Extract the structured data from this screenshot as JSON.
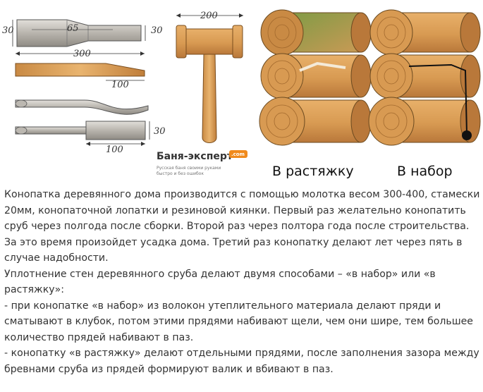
{
  "figure": {
    "tools": {
      "dim_30_left": "30",
      "dim_65": "65",
      "dim_30_right": "30",
      "dim_300": "300",
      "dim_100_top": "100",
      "dim_200": "200",
      "dim_30_bottom": "30",
      "dim_100_bottom": "100"
    },
    "caption_rastyazhku": "В растяжку",
    "caption_nabor": "В набор",
    "logo": {
      "name": "Баня-эксперт",
      "domain": ".com",
      "tagline_1": "Русская баня своими руками",
      "tagline_2": "быстро и без ошибок"
    },
    "colors": {
      "metal": "#b8b4ad",
      "wood": "#d9a05a",
      "moss": "#6c8a3a",
      "accent_orange": "#f08a1c"
    }
  },
  "article": {
    "paragraphs": [
      "Конопатка деревянного дома производится с помощью молотка весом 300-400, стамески 20мм, конопаточной лопатки и резиновой киянки. Первый раз желательно конопатить сруб через полгода после сборки. Второй раз через полтора года после строительства. За это время произойдет усадка дома. Третий раз конопатку делают лет через пять в случае надобности.",
      "Уплотнение стен деревянного сруба делают двумя способами  – «в набор» или «в растяжку»:",
      "- при конопатке «в набор» из волокон утеплительного материала делают пряди и сматывают в клубок, потом этими прядями набивают щели, чем они шире, тем большее количество прядей набивают в паз.",
      "- конопатку «в растяжку» делают отдельными прядями, после заполнения зазора между бревнами сруба из прядей формируют валик и вбивают в паз."
    ]
  }
}
